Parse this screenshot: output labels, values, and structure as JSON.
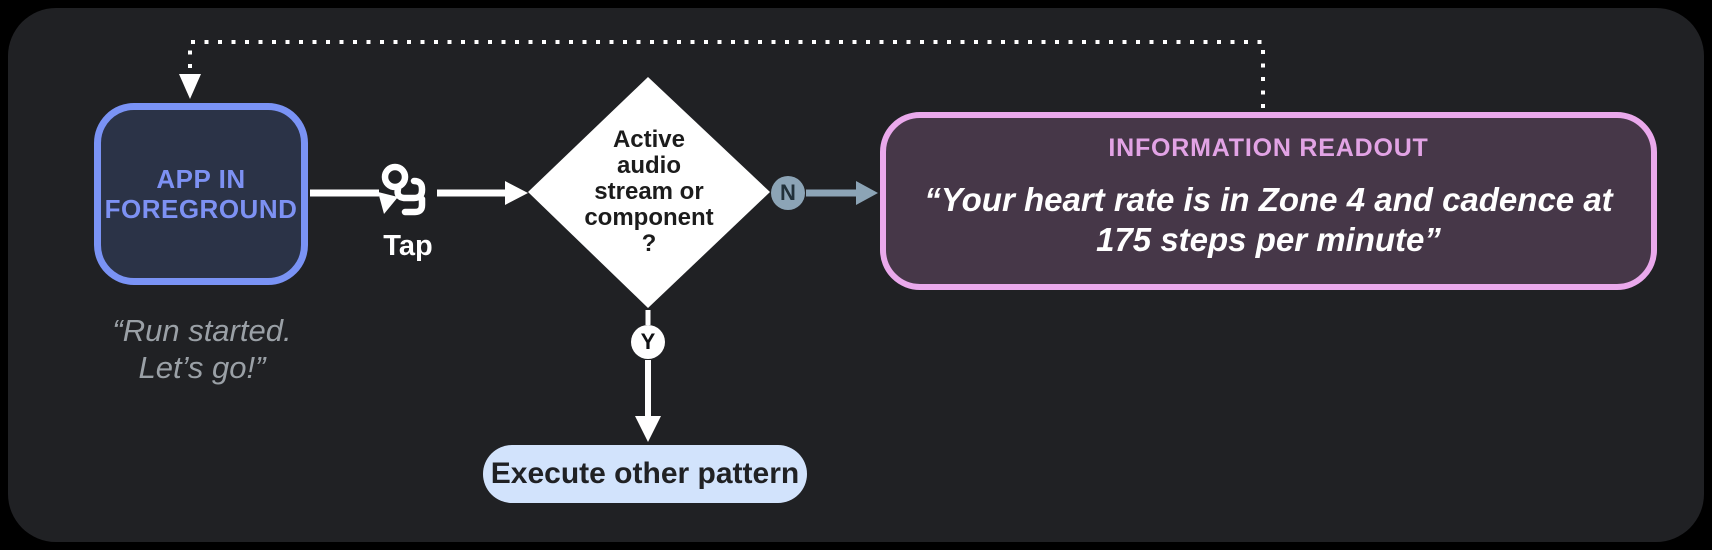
{
  "diagram": {
    "app_node": {
      "lines": [
        "APP IN",
        "FOREGROUND"
      ]
    },
    "app_quote": {
      "lines": [
        "“Run started.",
        "Let’s go!”"
      ]
    },
    "tap": {
      "label": "Tap",
      "icon": "tap-gesture-icon"
    },
    "decision": {
      "lines": [
        "Active",
        "audio",
        "stream or",
        "component",
        "?"
      ]
    },
    "no_badge": {
      "label": "N"
    },
    "yes_badge": {
      "label": "Y"
    },
    "readout": {
      "title": "INFORMATION READOUT",
      "quote_lines": [
        "“Your heart rate is in Zone 4 and cadence at",
        "175 steps per minute”"
      ]
    },
    "execute_node": {
      "label": "Execute other pattern"
    },
    "colors": {
      "page_bg": "#000000",
      "canvas_bg": "#202124",
      "app_box_border": "#7a93f5",
      "app_box_bg": "#2b3347",
      "app_box_text": "#7d91f3",
      "quote_text": "#9aa0a6",
      "connector_white": "#ffffff",
      "diamond_fill": "#ffffff",
      "diamond_text": "#1c1c1c",
      "n_badge_bg": "#8ca4b6",
      "n_badge_text": "#22313a",
      "readout_border": "#eaa9ec",
      "readout_bg": "#463748",
      "readout_title": "#e2a3e5",
      "readout_text": "#ffffff",
      "pill_bg": "#d2e3fc",
      "pill_text": "#202124"
    }
  }
}
